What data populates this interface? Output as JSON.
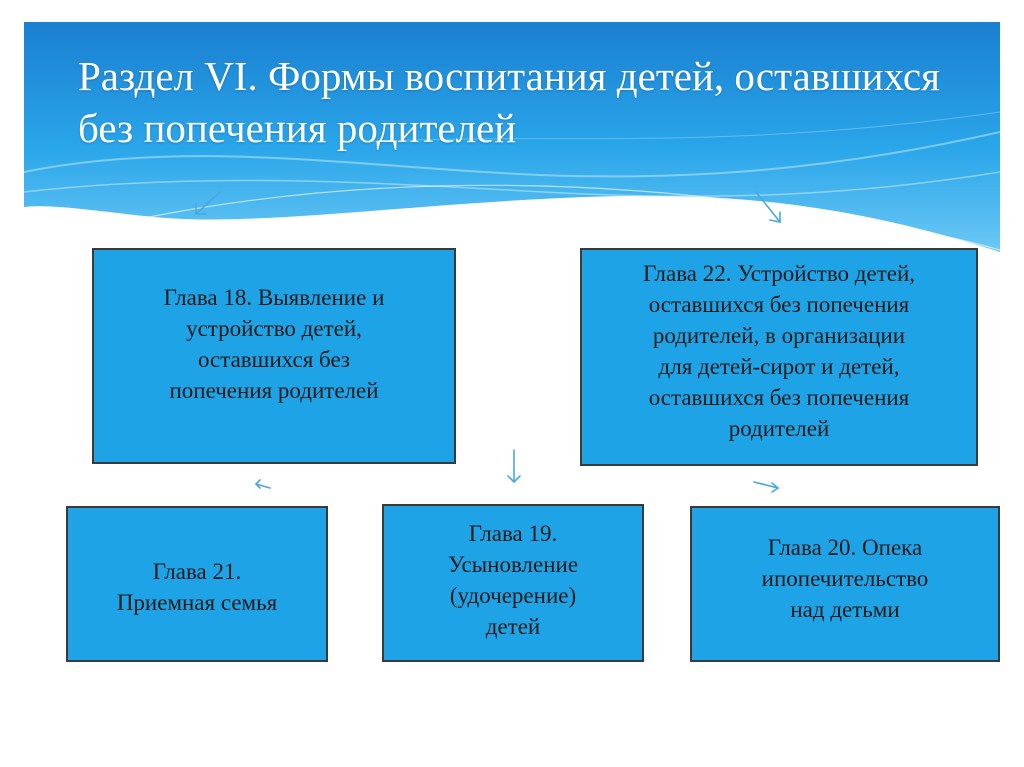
{
  "slide": {
    "title": "Раздел VI. Формы воспитания детей, оставшихся без попечения родителей"
  },
  "boxes": {
    "chapter_18": "Глава 18. Выявление и\nустройство детей,\nоставшихся без\nпопечения родителей",
    "chapter_22": "Глава 22. Устройство детей,\nоставшихся без попечения\nродителей, в организации\nдля детей-сирот и детей,\nоставшихся без попечения\nродителей",
    "chapter_21": "Глава 21.\nПриемная семья",
    "chapter_19": "Глава 19.\nУсыновление\n(удочерение)\nдетей",
    "chapter_20": "Глава 20. Опека\nипопечительство\nнад детьми"
  },
  "colors": {
    "box_fill": "#1ea4e6",
    "box_border": "#3a3a3a",
    "header_blue": "#1e88d6",
    "arrow": "#4aa8e0"
  }
}
